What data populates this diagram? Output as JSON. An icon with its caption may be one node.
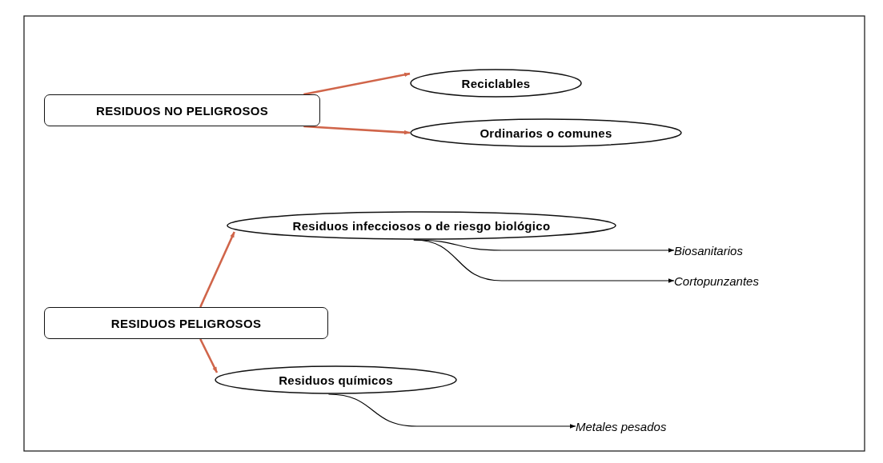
{
  "diagram": {
    "nodes": [
      {
        "text": [
          "RESIDUOS NO PELIGROSOS"
        ]
      },
      {
        "text": [
          "Reciclables"
        ]
      },
      {
        "text": [
          "Ordinarios o comunes"
        ]
      },
      {
        "text": [
          "Residuos infecciosos o de riesgo biológico"
        ]
      },
      {
        "text": [
          "Biosanitarios"
        ]
      },
      {
        "text": [
          "Cortopunzantes"
        ]
      },
      {
        "text": [
          "RESIDUOS PELIGROSOS"
        ]
      },
      {
        "text": [
          "Residuos químicos"
        ]
      },
      {
        "text": [
          "Metales pesados"
        ]
      }
    ],
    "edges": [
      {
        "from": 0,
        "to": 1,
        "arrow": "to"
      },
      {
        "from": 0,
        "to": 2,
        "arrow": "to"
      },
      {
        "from": 6,
        "to": 3,
        "arrow": "to"
      },
      {
        "from": 6,
        "to": 7,
        "arrow": "to"
      },
      {
        "from": 3,
        "to": 4,
        "arrow": "to",
        "color": "#000000"
      },
      {
        "from": 3,
        "to": 5,
        "arrow": "to",
        "color": "#000000"
      },
      {
        "from": 7,
        "to": 8,
        "arrow": "to",
        "color": "#000000"
      }
    ]
  }
}
